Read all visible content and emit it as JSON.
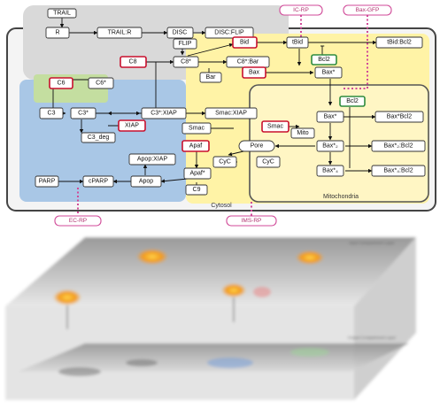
{
  "diagram": {
    "regions": {
      "cytosol": "Cytosol",
      "mitochondria": "Mitochondria"
    },
    "nodes": {
      "trail": "TRAIL",
      "r": "R",
      "trail_r": "TRAIL:R",
      "disc": "DISC",
      "disc_flip": "DISC:FLIP",
      "flip": "FLIP",
      "c8": "C8",
      "c8_star": "C8*",
      "c8_bar": "C8*:Bar",
      "bar": "Bar",
      "bid": "Bid",
      "tbid": "tBid",
      "tbid_bcl2": "tBid:Bcl2",
      "bcl2_top": "Bcl2",
      "bax": "Bax",
      "bax_star": "Bax*",
      "bax_star_mito": "Bax*",
      "bcl2_mito": "Bcl2",
      "bax_bcl2": "Bax*Bcl2",
      "bax2": "Bax*₂",
      "bax2_bcl2": "Bax*₂:Bcl2",
      "bax4": "Bax*₄",
      "bax4_bcl2": "Bax*₄:Bcl2",
      "c6": "C6",
      "c6_star": "C6*",
      "c3": "C3",
      "c3_star": "C3*",
      "c3_deg": "C3_deg",
      "c3_xiap": "C3*:XIAP",
      "xiap": "XIAP",
      "smac_xiap": "Smac:XIAP",
      "smac_c": "Smac",
      "smac_m": "Smac",
      "mito": "Mito",
      "pore": "Pore",
      "cyc_c": "CyC",
      "cyc_m": "CyC",
      "apaf": "Apaf",
      "apaf_star": "Apaf*",
      "apop_xiap": "Apop:XIAP",
      "apop": "Apop",
      "c9": "C9",
      "parp": "PARP",
      "cparp": "cPARP"
    },
    "reporters": {
      "ic_rp": "IC-RP",
      "bax_gfp": "Bax-GFP",
      "ec_rp": "EC-RP",
      "ims_rp": "IMS-RP"
    }
  },
  "colors": {
    "region_gray": "#d9d9d9",
    "region_blue": "#a9c7e6",
    "region_yellow": "#fff3a6",
    "region_green": "#c4dea0",
    "reporter_pink": "#d04a98"
  },
  "lower_panel": {
    "plane_top_label": "Input Compartment Layer",
    "plane_bottom_label": "Output Compartment Layer"
  }
}
